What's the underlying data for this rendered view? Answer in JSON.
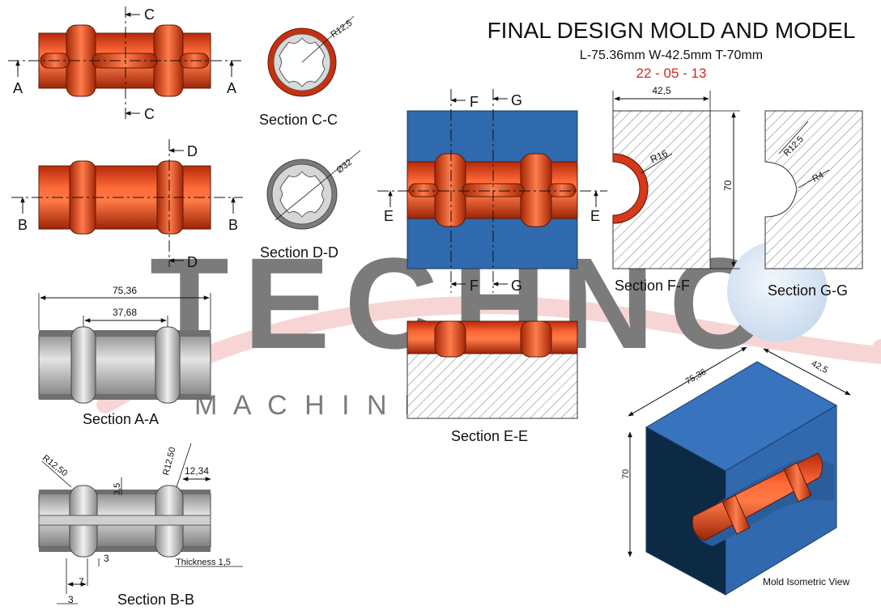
{
  "title": "FINAL DESIGN MOLD AND MODEL",
  "subtitle": "L-75.36mm W-42.5mm T-70mm",
  "date": "22 - 05 - 13",
  "watermark": {
    "word": "TECHNO",
    "sub": "M A C H I N E R Y"
  },
  "colors": {
    "part": "#e84a1c",
    "mold": "#2f69ae",
    "steel": "#b9b9b9",
    "title_date": "#d0282a"
  },
  "cut_labels": {
    "a": "A",
    "b": "B",
    "c": "C",
    "d": "D",
    "e": "E",
    "f": "F",
    "g": "G"
  },
  "sections": {
    "cc": "Section C-C",
    "dd": "Section D-D",
    "aa": "Section A-A",
    "bb": "Section B-B",
    "ee": "Section E-E",
    "ff": "Section F-F",
    "gg": "Section G-G",
    "iso": "Mold Isometric View"
  },
  "dims": {
    "cc_radius": "R12,5",
    "dd_dia": "Ø32",
    "aa_len": "75,36",
    "aa_pitch": "37,68",
    "bb_r_left": "R12,50",
    "bb_r_right": "R12,50",
    "bb_end": "12,34",
    "bb_rib_h": "3,5",
    "bb_3a": "3",
    "bb_7": "7",
    "bb_3b": "3",
    "bb_thk": "Thickness 1,5",
    "ff_width": "42,5",
    "ff_height": "70",
    "ff_radius": "R16",
    "gg_r1": "R12,5",
    "gg_r2": "R4",
    "iso_len": "75,36",
    "iso_w": "42,5",
    "iso_h": "70"
  }
}
